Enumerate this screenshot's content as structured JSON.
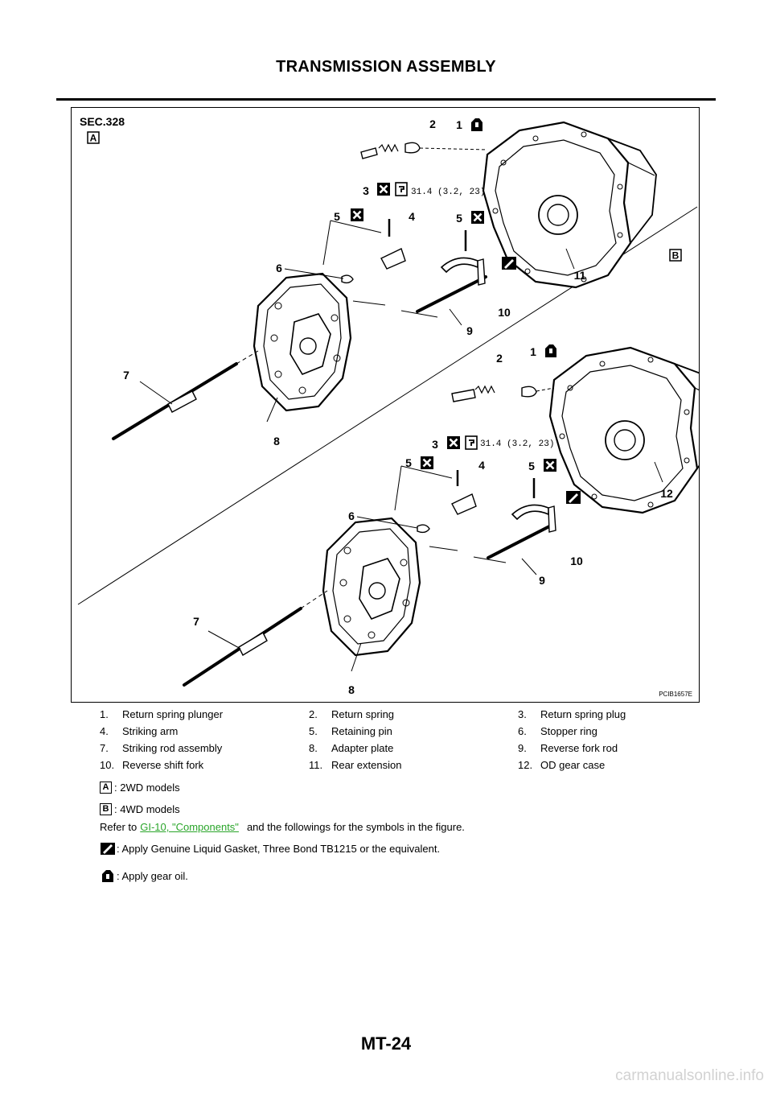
{
  "header": {
    "title": "TRANSMISSION ASSEMBLY"
  },
  "figure": {
    "section": "SEC.328",
    "code": "PCIB1657E",
    "variant_a": "A",
    "variant_b": "B",
    "torque": "31.4  (3.2,  23)",
    "callouts_a": [
      "1",
      "2",
      "3",
      "4",
      "5",
      "5",
      "6",
      "7",
      "8",
      "9",
      "10",
      "11"
    ],
    "callouts_b": [
      "1",
      "2",
      "3",
      "4",
      "5",
      "5",
      "6",
      "7",
      "8",
      "9",
      "10",
      "12"
    ]
  },
  "legend": {
    "items": [
      {
        "num": "1.",
        "label": "Return spring plunger"
      },
      {
        "num": "2.",
        "label": "Return spring"
      },
      {
        "num": "3.",
        "label": "Return spring plug"
      },
      {
        "num": "4.",
        "label": "Striking arm"
      },
      {
        "num": "5.",
        "label": "Retaining pin"
      },
      {
        "num": "6.",
        "label": "Stopper ring"
      },
      {
        "num": "7.",
        "label": "Striking rod assembly"
      },
      {
        "num": "8.",
        "label": "Adapter plate"
      },
      {
        "num": "9.",
        "label": "Reverse fork rod"
      },
      {
        "num": "10.",
        "label": "Reverse shift fork"
      },
      {
        "num": "11.",
        "label": "Rear extension"
      },
      {
        "num": "12.",
        "label": "OD gear case"
      }
    ]
  },
  "notes": {
    "a_letter": "A",
    "a_text": ": 2WD models",
    "b_letter": "B",
    "b_text": ": 4WD models",
    "refer_prefix": "Refer to",
    "refer_link": "GI-10, \"Components\"",
    "refer_suffix": "and the followings for the symbols in the figure.",
    "gasket_text": ": Apply Genuine Liquid Gasket, Three Bond TB1215 or the equivalent.",
    "oil_text": ": Apply gear oil."
  },
  "footer": {
    "page_number": "MT-24",
    "site": "carmanualsonline.info"
  }
}
